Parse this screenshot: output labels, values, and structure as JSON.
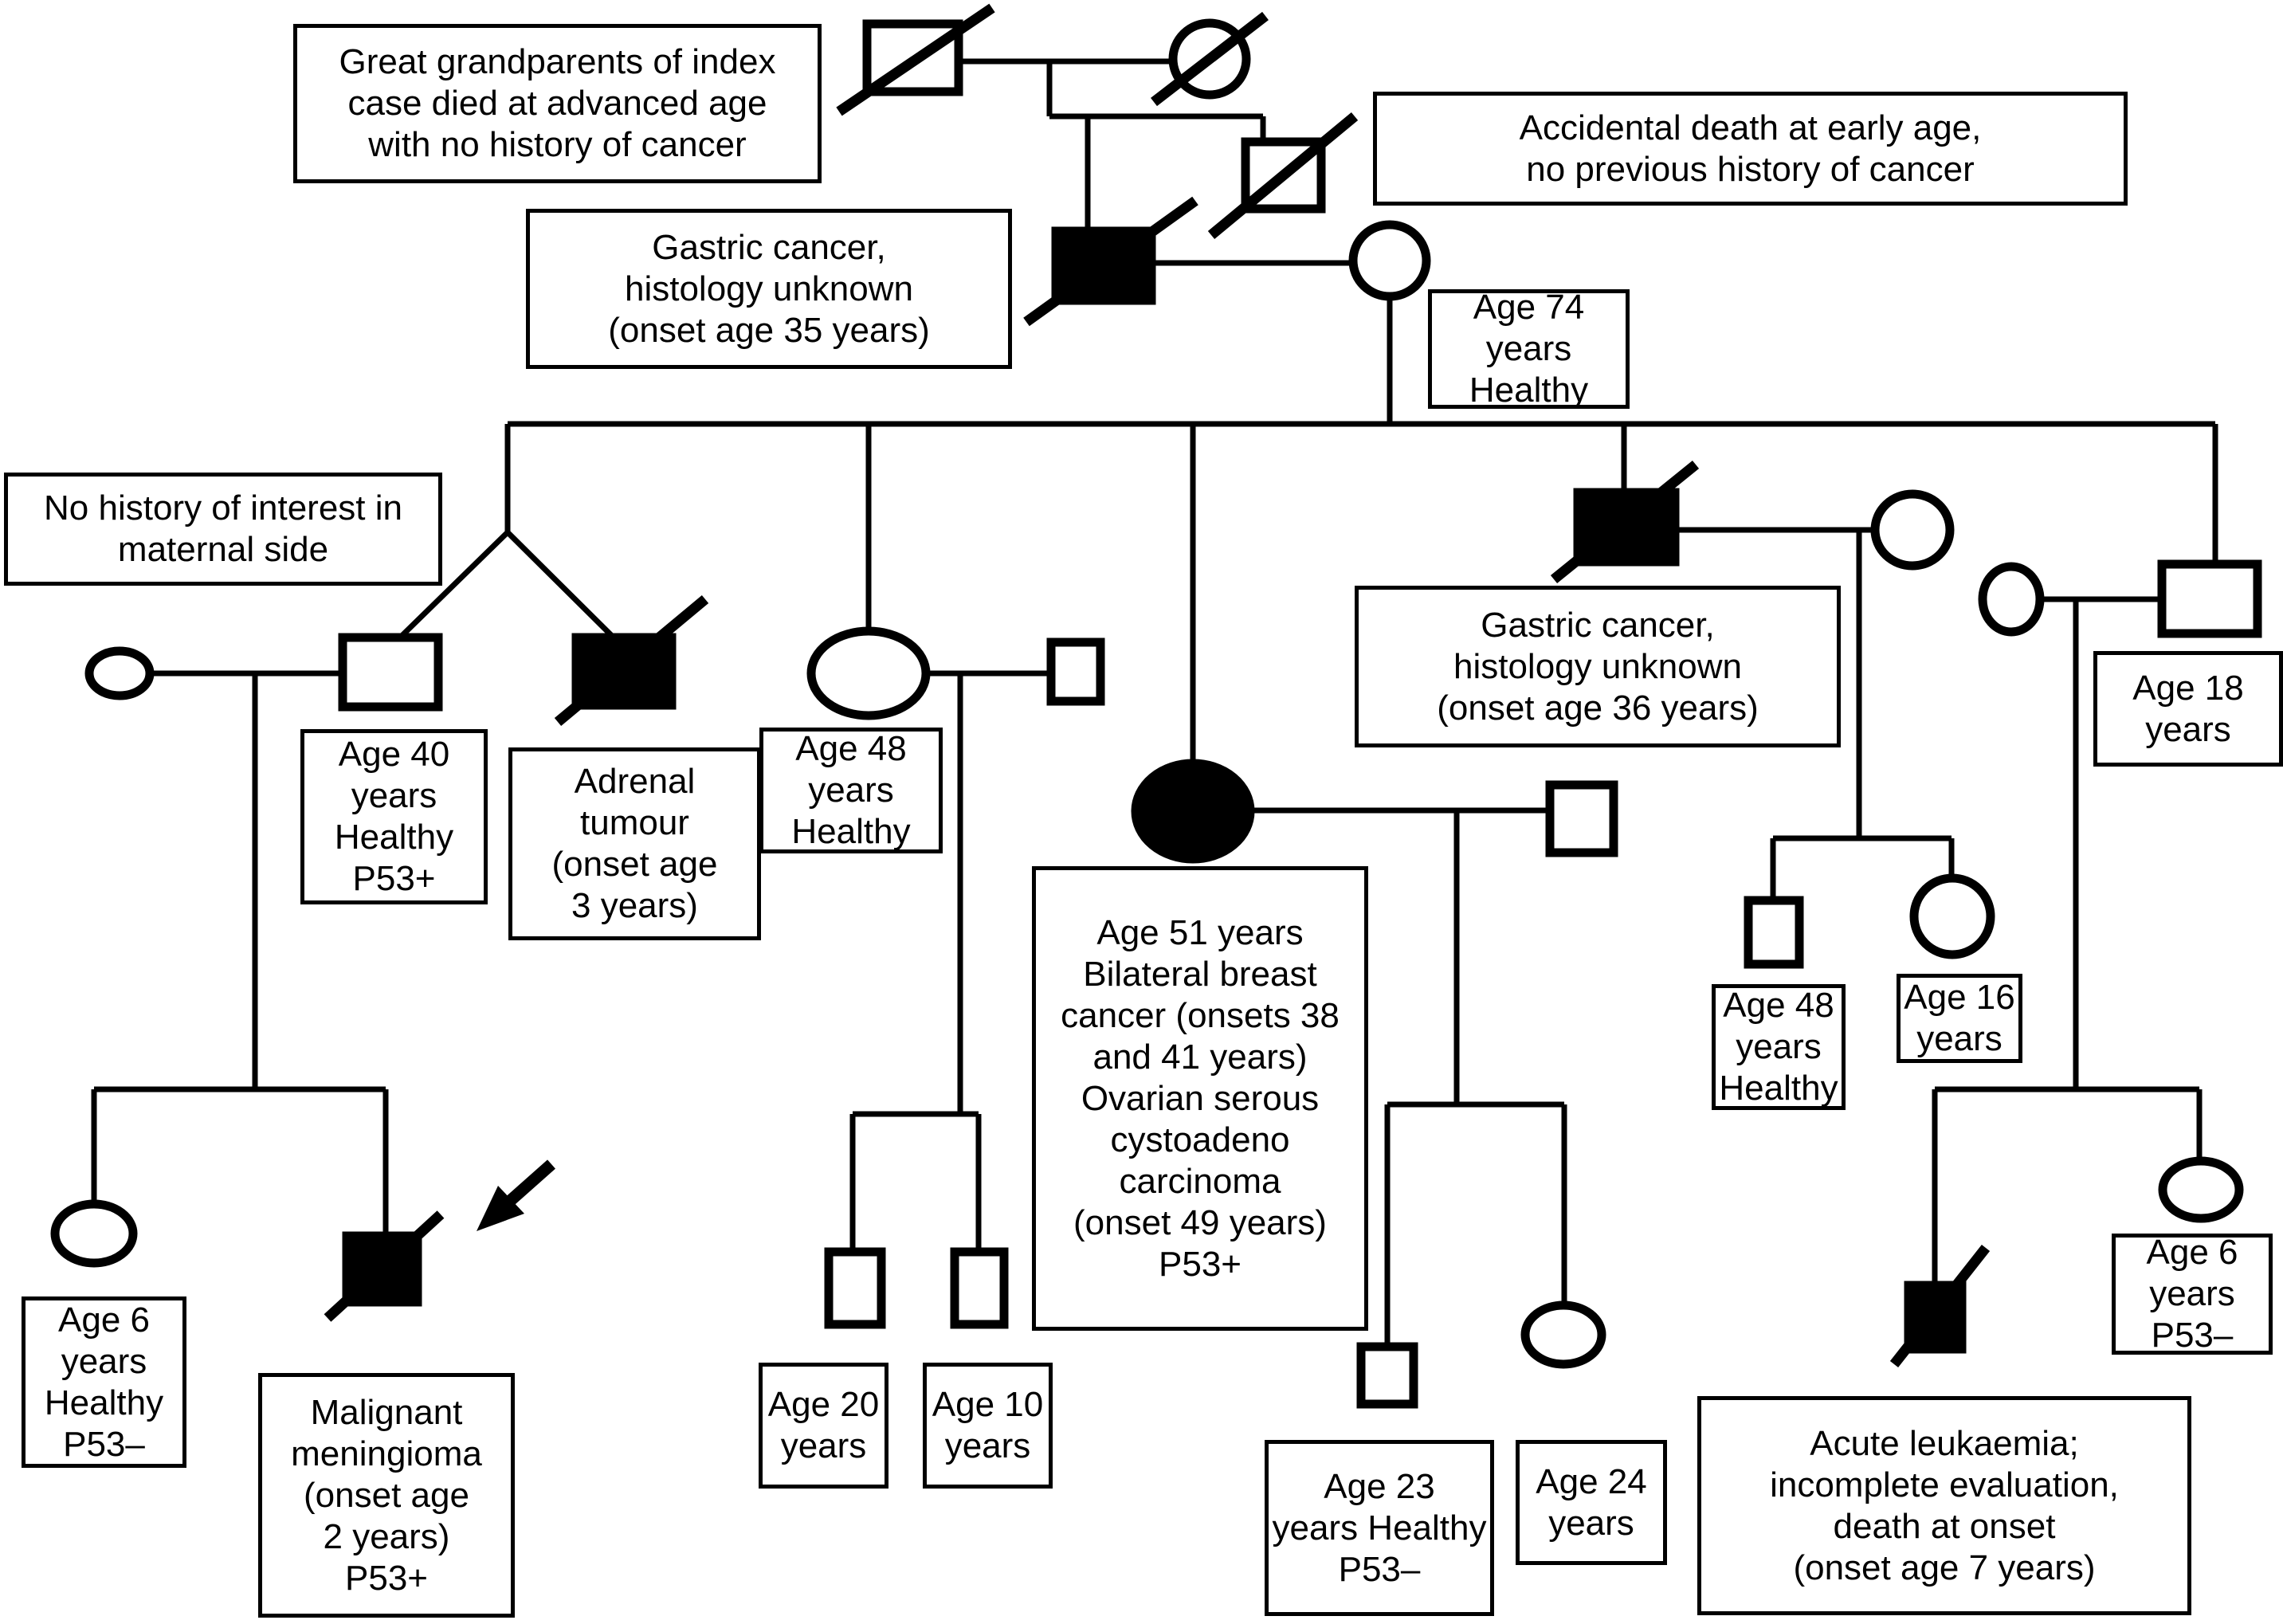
{
  "figure_type": "family-pedigree-diagram",
  "colors": {
    "ink": "#000000",
    "paper": "#ffffff"
  },
  "labels": {
    "great_grandparents": "Great grandparents of index\ncase died at advanced age\nwith no history of cancer",
    "accidental": "Accidental death at early age,\nno previous history of cancer",
    "gastric35": "Gastric cancer,\nhistology unknown\n(onset age 35 years)",
    "age74": "Age 74\nyears\nHealthy",
    "no_history": "No history of interest in\nmaternal side",
    "age40": "Age 40\nyears\nHealthy\nP53+",
    "adrenal": "Adrenal\ntumour\n(onset age\n3 years)",
    "age48_left": "Age 48\nyears\nHealthy",
    "age51": "Age 51 years\nBilateral breast\ncancer (onsets 38\nand 41 years)\nOvarian serous\ncystoadeno\ncarcinoma\n(onset 49 years)\nP53+",
    "gastric36": "Gastric cancer,\nhistology unknown\n(onset age 36 years)",
    "age18": "Age 18\nyears",
    "age48_right": "Age 48\nyears\nHealthy",
    "age16": "Age 16\nyears",
    "age20": "Age 20\nyears",
    "age10": "Age 10\nyears",
    "age23": "Age 23\nyears Healthy\nP53–",
    "age24": "Age 24\nyears",
    "age6_left": "Age 6\nyears\nHealthy\nP53–",
    "meningioma": "Malignant\nmeningioma\n(onset age\n2 years)\nP53+",
    "age6_right": "Age 6\nyears\nP53–",
    "leukaemia": "Acute leukaemia;\nincomplete evaluation,\ndeath at onset\n(onset age 7 years)"
  },
  "persons": [
    {
      "id": "great-grandfather",
      "sex": "male",
      "affected": false,
      "deceased": true,
      "label": "great_grandparents"
    },
    {
      "id": "great-grandmother",
      "sex": "female",
      "affected": false,
      "deceased": true,
      "label": "great_grandparents"
    },
    {
      "id": "male-gastric-cancer-35",
      "sex": "male",
      "affected": true,
      "deceased": true,
      "label": "gastric35"
    },
    {
      "id": "male-accidental-death",
      "sex": "male",
      "affected": false,
      "deceased": true,
      "label": "accidental"
    },
    {
      "id": "female-age-74",
      "sex": "female",
      "affected": false,
      "deceased": false,
      "label": "age74"
    },
    {
      "id": "female-spouse-of-age-40",
      "sex": "female",
      "affected": false,
      "deceased": false,
      "label": null
    },
    {
      "id": "male-age-40",
      "sex": "male",
      "affected": false,
      "deceased": false,
      "label": "age40",
      "twin": true
    },
    {
      "id": "male-adrenal-tumour",
      "sex": "male",
      "affected": true,
      "deceased": true,
      "label": "adrenal",
      "twin": true
    },
    {
      "id": "female-age-48",
      "sex": "female",
      "affected": false,
      "deceased": false,
      "label": "age48_left"
    },
    {
      "id": "male-spouse-of-age-48",
      "sex": "male",
      "affected": false,
      "deceased": false,
      "label": null
    },
    {
      "id": "female-age-51-breast-ovarian",
      "sex": "female",
      "affected": true,
      "deceased": false,
      "label": "age51"
    },
    {
      "id": "male-spouse-of-age-51",
      "sex": "male",
      "affected": false,
      "deceased": false,
      "label": null
    },
    {
      "id": "male-gastric-cancer-36",
      "sex": "male",
      "affected": true,
      "deceased": true,
      "label": "gastric36"
    },
    {
      "id": "female-spouse-of-gastric-36",
      "sex": "female",
      "affected": false,
      "deceased": false,
      "label": null
    },
    {
      "id": "male-age-18",
      "sex": "male",
      "affected": false,
      "deceased": false,
      "label": "age18"
    },
    {
      "id": "female-spouse-of-age-18",
      "sex": "female",
      "affected": false,
      "deceased": false,
      "label": null
    },
    {
      "id": "female-age-6-healthy",
      "sex": "female",
      "affected": false,
      "deceased": false,
      "label": "age6_left"
    },
    {
      "id": "male-malignant-meningioma-proband",
      "sex": "male",
      "affected": true,
      "deceased": true,
      "label": "meningioma",
      "proband": true
    },
    {
      "id": "male-age-20",
      "sex": "male",
      "affected": false,
      "deceased": false,
      "label": "age20"
    },
    {
      "id": "male-age-10",
      "sex": "male",
      "affected": false,
      "deceased": false,
      "label": "age10"
    },
    {
      "id": "male-age-23",
      "sex": "male",
      "affected": false,
      "deceased": false,
      "label": "age23"
    },
    {
      "id": "female-age-24",
      "sex": "female",
      "affected": false,
      "deceased": false,
      "label": "age24"
    },
    {
      "id": "male-age-48-healthy",
      "sex": "male",
      "affected": false,
      "deceased": false,
      "label": "age48_right"
    },
    {
      "id": "female-age-16",
      "sex": "female",
      "affected": false,
      "deceased": false,
      "label": "age16"
    },
    {
      "id": "male-acute-leukaemia",
      "sex": "male",
      "affected": true,
      "deceased": true,
      "label": "leukaemia"
    },
    {
      "id": "female-age-6-p53neg",
      "sex": "female",
      "affected": false,
      "deceased": false,
      "label": "age6_right"
    }
  ]
}
